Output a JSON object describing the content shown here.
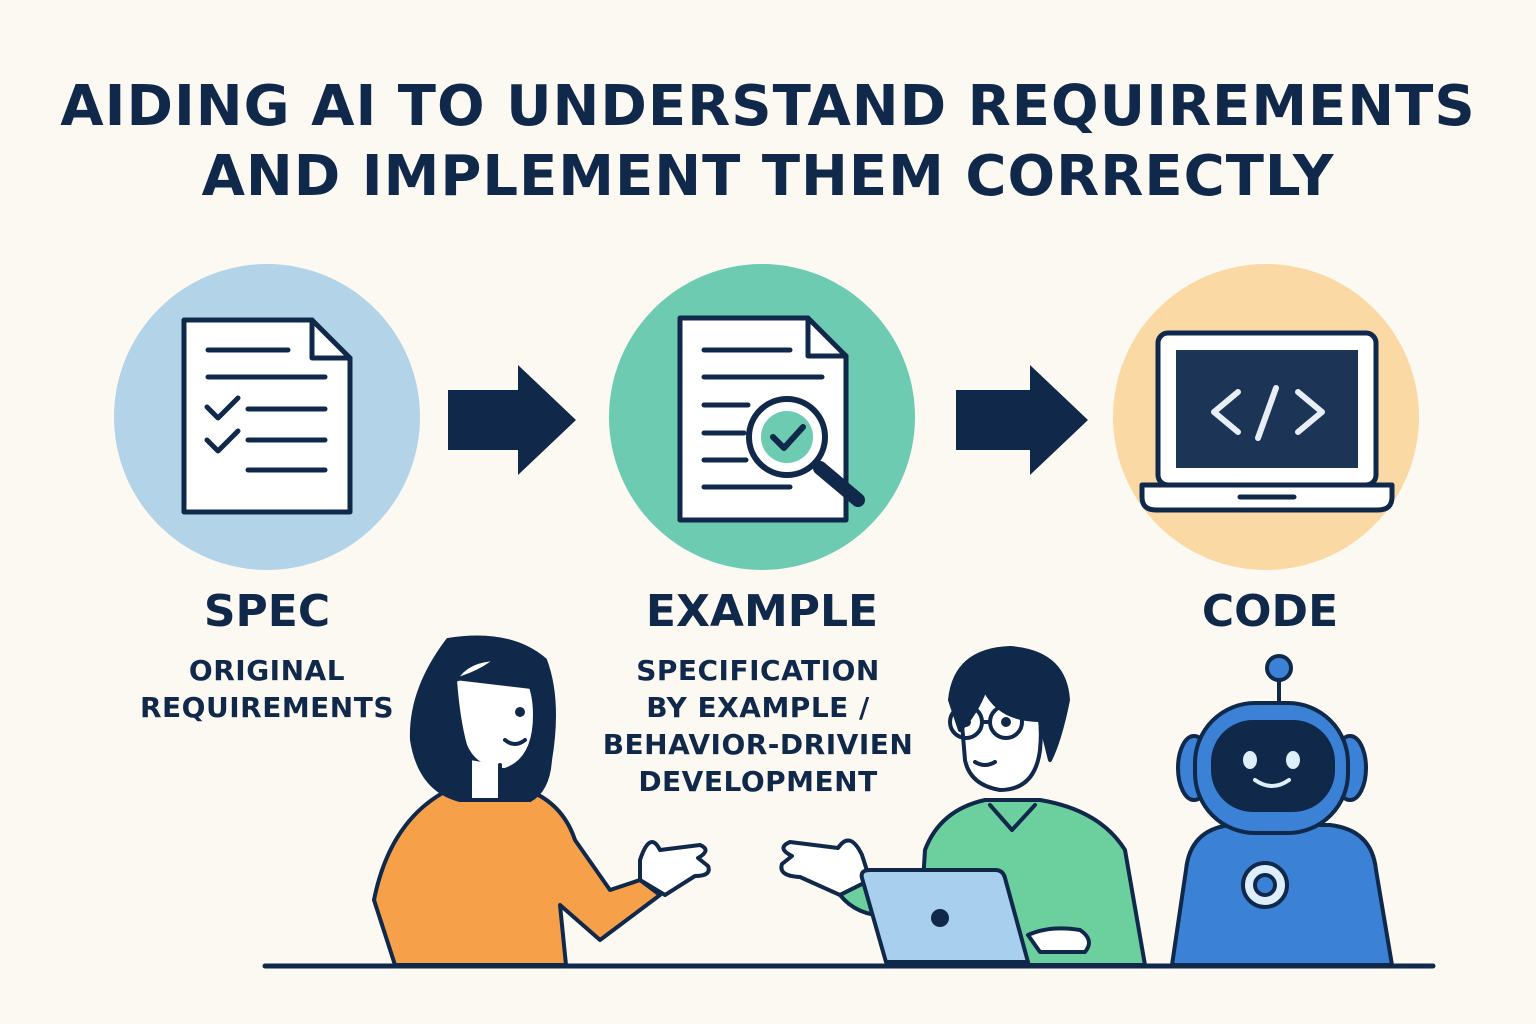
{
  "title": {
    "line1": "AIDING AI TO UNDERSTAND REQUIREMENTS",
    "line2": "AND IMPLEMENT THEM CORRECTLY"
  },
  "steps": [
    {
      "heading": "SPEC",
      "sub": [
        "ORIGINAL",
        "REQUIREMENTS"
      ],
      "icon": "document-checklist-icon",
      "color": "#b3d3e8"
    },
    {
      "heading": "EXAMPLE",
      "sub": [
        "SPECIFICATION",
        "BY EXAMPLE /",
        "BEHAVIOR-DRIVIEN",
        "DEVELOPMENT"
      ],
      "icon": "document-magnifier-icon",
      "color": "#6ccbb0"
    },
    {
      "heading": "CODE",
      "sub": [],
      "icon": "laptop-code-icon",
      "color": "#fad9a5"
    }
  ],
  "palette": {
    "navy": "#10284a",
    "orange_shirt": "#f7a04a",
    "green_shirt": "#6ccf9e",
    "robot_blue": "#3b82d6",
    "laptop_blue": "#a9cfee"
  }
}
